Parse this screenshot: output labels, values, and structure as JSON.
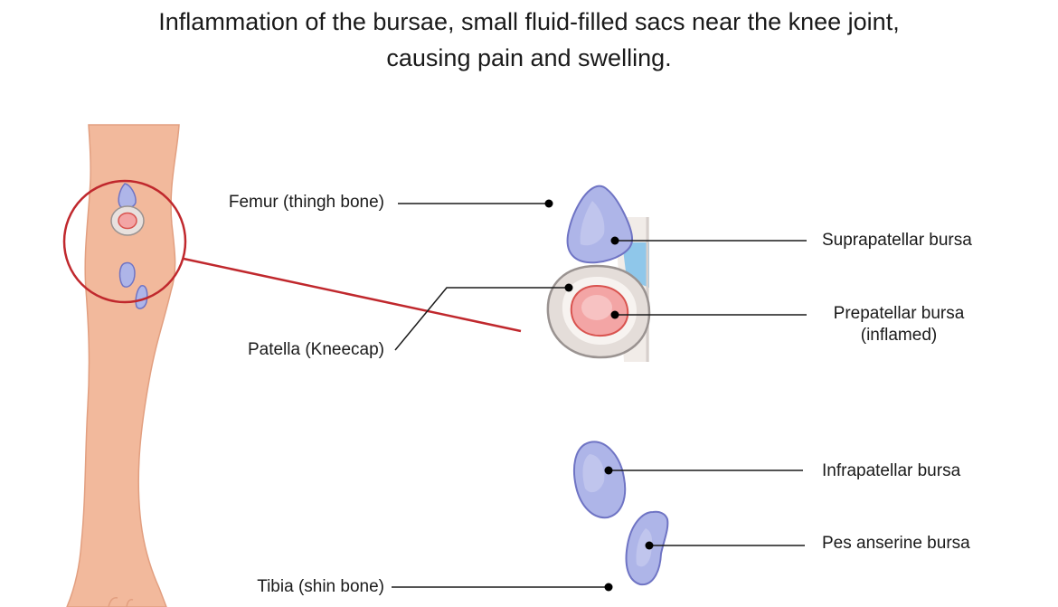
{
  "title": {
    "line1": "Inflammation of the bursae, small fluid-filled sacs near the knee joint,",
    "line2": "causing pain and swelling."
  },
  "labels": {
    "femur": "Femur (thingh bone)",
    "patella": "Patella (Kneecap)",
    "tibia": "Tibia (shin bone)",
    "suprapatellar": "Suprapatellar bursa",
    "prepatellar_line1": "Prepatellar bursa",
    "prepatellar_line2": "(inflamed)",
    "infrapatellar": "Infrapatellar bursa",
    "pes_anserine": "Pes anserine bursa"
  },
  "colors": {
    "skin": "#f2b99c",
    "skin_outline": "#e29f80",
    "bursa_fill": "#aeb5e8",
    "bursa_outline": "#6f74c4",
    "inflamed_fill": "#f3a5a5",
    "inflamed_outline": "#d9534f",
    "patella_fill": "#e8e1de",
    "patella_outline": "#9a9391",
    "highlight_circle": "#c0282d",
    "leader_line": "#1a1a1a"
  }
}
